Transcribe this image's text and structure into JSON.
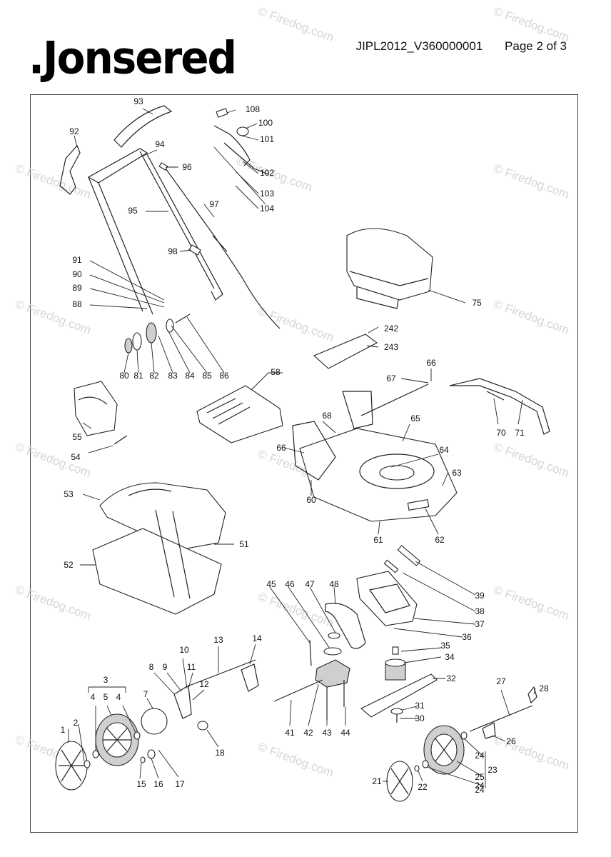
{
  "header": {
    "brand": ".Jonsered",
    "doc_id": "JIPL2012_V360000001",
    "page": "Page 2 of 3"
  },
  "watermark": {
    "text": "© Firedog.com"
  },
  "callouts": [
    "1",
    "2",
    "3",
    "4",
    "5",
    "4",
    "7",
    "8",
    "9",
    "10",
    "11",
    "12",
    "13",
    "14",
    "15",
    "16",
    "17",
    "18",
    "21",
    "22",
    "23",
    "24",
    "24",
    "25",
    "24",
    "26",
    "27",
    "28",
    "30",
    "31",
    "32",
    "34",
    "35",
    "36",
    "37",
    "38",
    "39",
    "41",
    "42",
    "43",
    "44",
    "45",
    "46",
    "47",
    "48",
    "51",
    "52",
    "53",
    "54",
    "55",
    "58",
    "60",
    "61",
    "62",
    "63",
    "64",
    "65",
    "66",
    "67",
    "68",
    "66",
    "70",
    "71",
    "75",
    "80",
    "81",
    "82",
    "83",
    "84",
    "85",
    "86",
    "88",
    "89",
    "90",
    "91",
    "92",
    "93",
    "94",
    "95",
    "96",
    "97",
    "98",
    "100",
    "101",
    "102",
    "103",
    "104",
    "108",
    "242",
    "243"
  ],
  "colors": {
    "line": "#222222",
    "watermark": "#d5d5d5",
    "shade": "#cfcfcf"
  }
}
